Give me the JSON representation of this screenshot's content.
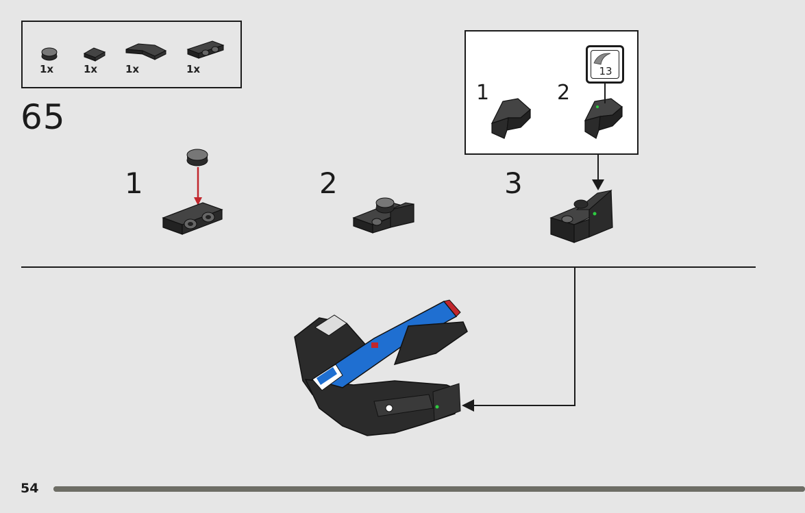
{
  "parts_list": [
    {
      "name": "round-plate-1x1",
      "quantity": "1x"
    },
    {
      "name": "tile-1x1",
      "quantity": "1x"
    },
    {
      "name": "wedge-plate",
      "quantity": "1x"
    },
    {
      "name": "bracket-with-studs",
      "quantity": "1x"
    }
  ],
  "step": {
    "number": "65"
  },
  "substeps": [
    {
      "number": "1"
    },
    {
      "number": "2"
    },
    {
      "number": "3"
    }
  ],
  "callout": {
    "substeps": [
      {
        "number": "1"
      },
      {
        "number": "2"
      }
    ],
    "sticker_number": "13"
  },
  "footer": {
    "page_number": "54",
    "progress": 1.0
  },
  "colors": {
    "background": "#e6e6e6",
    "brick": "#2b2b2b",
    "arrow_red": "#c1272d",
    "line": "#1b1b1b",
    "car_blue": "#1f6fd1"
  },
  "icons": [
    "arrow-down-icon",
    "pointer-arrow-icon"
  ]
}
